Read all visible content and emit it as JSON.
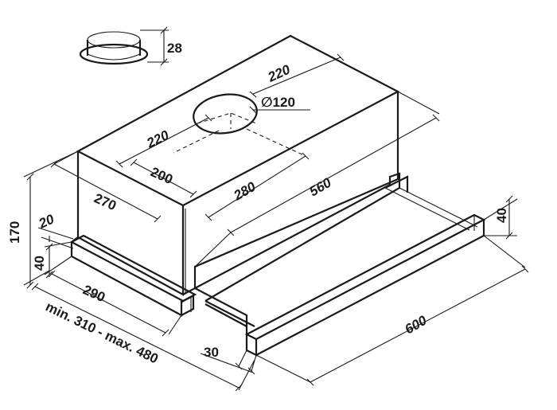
{
  "dimensions": {
    "collar_height": "28",
    "duct_diameter": "∅120",
    "outlet_offset_rear": "220",
    "outlet_offset_side": "220",
    "body_depth_top": "200",
    "body_width_front": "280",
    "body_length": "560",
    "body_depth": "270",
    "total_height": "170",
    "step_height": "20",
    "base_height": "40",
    "base_depth": "290",
    "pullout_range": "min. 310 - max. 480",
    "tray_height": "40",
    "width": "600",
    "tray_thickness": "30"
  },
  "colors": {
    "line": "#1a1a1a",
    "background": "#ffffff"
  }
}
